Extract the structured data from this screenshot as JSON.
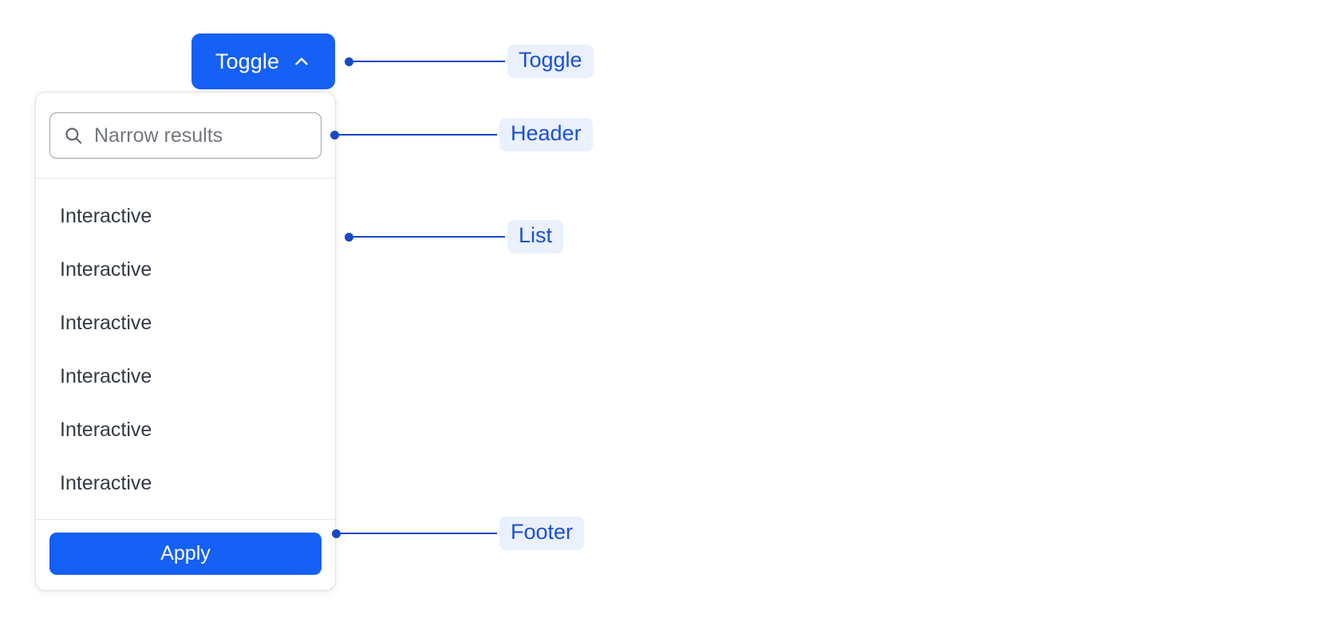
{
  "colors": {
    "primary_blue": "#1560f5",
    "annotation_line": "#1549c4",
    "annotation_chip_bg": "#eaf1fd",
    "annotation_chip_text": "#1a4fd6",
    "panel_border": "#e2e4e9",
    "list_text": "#343a44",
    "placeholder_text": "#73777f",
    "page_background": "#ffffff"
  },
  "toggle": {
    "label": "Toggle",
    "icon": "chevron-up-icon",
    "expanded": true
  },
  "dropdown": {
    "header": {
      "search": {
        "icon": "search-icon",
        "placeholder": "Narrow results",
        "value": ""
      }
    },
    "list": {
      "items": [
        {
          "label": "Interactive"
        },
        {
          "label": "Interactive"
        },
        {
          "label": "Interactive"
        },
        {
          "label": "Interactive"
        },
        {
          "label": "Interactive"
        },
        {
          "label": "Interactive"
        }
      ]
    },
    "footer": {
      "apply_label": "Apply"
    }
  },
  "annotations": [
    {
      "label": "Toggle",
      "target": "toggle-button"
    },
    {
      "label": "Header",
      "target": "panel-header"
    },
    {
      "label": "List",
      "target": "panel-list"
    },
    {
      "label": "Footer",
      "target": "panel-footer"
    }
  ]
}
